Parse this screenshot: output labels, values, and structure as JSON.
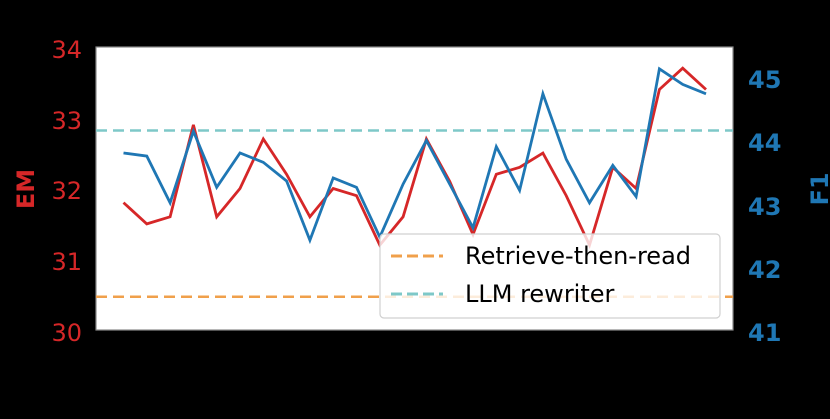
{
  "chart_data": {
    "type": "line",
    "title": "",
    "xlabel": "",
    "x": [
      1,
      2,
      3,
      4,
      5,
      6,
      7,
      8,
      9,
      10,
      11,
      12,
      13,
      14,
      15,
      16,
      17,
      18,
      19,
      20,
      21,
      22,
      23,
      24,
      25,
      26
    ],
    "left_axis": {
      "label": "EM",
      "ylim": [
        30,
        34
      ],
      "ticks": [
        30,
        31,
        32,
        33,
        34
      ],
      "color": "#d62728"
    },
    "right_axis": {
      "label": "F1",
      "ylim": [
        40.96,
        45.5
      ],
      "ticks": [
        41,
        42,
        43,
        44,
        45
      ],
      "color": "#1f77b4"
    },
    "series": [
      {
        "name": "EM",
        "axis": "left",
        "color": "#d62728",
        "values": [
          31.8,
          31.5,
          31.6,
          32.9,
          31.6,
          32.0,
          32.7,
          32.2,
          31.6,
          32.0,
          31.9,
          31.2,
          31.6,
          32.7,
          32.1,
          31.35,
          32.2,
          32.3,
          32.5,
          31.9,
          31.2,
          32.3,
          32.0,
          33.4,
          33.7,
          33.4
        ]
      },
      {
        "name": "F1",
        "axis": "right",
        "color": "#1f77b4",
        "values": [
          43.8,
          43.75,
          43.0,
          44.15,
          43.25,
          43.8,
          43.65,
          43.35,
          42.4,
          43.4,
          43.25,
          42.45,
          43.3,
          44.0,
          43.3,
          42.6,
          43.9,
          43.2,
          44.75,
          43.7,
          43.0,
          43.6,
          43.1,
          45.15,
          44.9,
          44.75
        ]
      }
    ],
    "reference_lines": [
      {
        "name": "Retrieve-then-read",
        "axis": "left",
        "value": 30.47,
        "color": "#f0a04b",
        "style": "dashed"
      },
      {
        "name": "LLM rewriter",
        "axis": "left",
        "value": 32.82,
        "color": "#7ec8c8",
        "style": "dashed"
      }
    ],
    "legend": {
      "position": "lower right",
      "entries": [
        "Retrieve-then-read",
        "LLM rewriter"
      ]
    },
    "grid": false
  },
  "axes": {
    "em_label": "EM",
    "f1_label": "F1",
    "em_ticks": [
      "30",
      "31",
      "32",
      "33",
      "34"
    ],
    "f1_ticks": [
      "41",
      "42",
      "43",
      "44",
      "45"
    ]
  },
  "legend": {
    "items": [
      {
        "label": "Retrieve-then-read",
        "color": "#f0a04b"
      },
      {
        "label": "LLM rewriter",
        "color": "#7ec8c8"
      }
    ]
  }
}
